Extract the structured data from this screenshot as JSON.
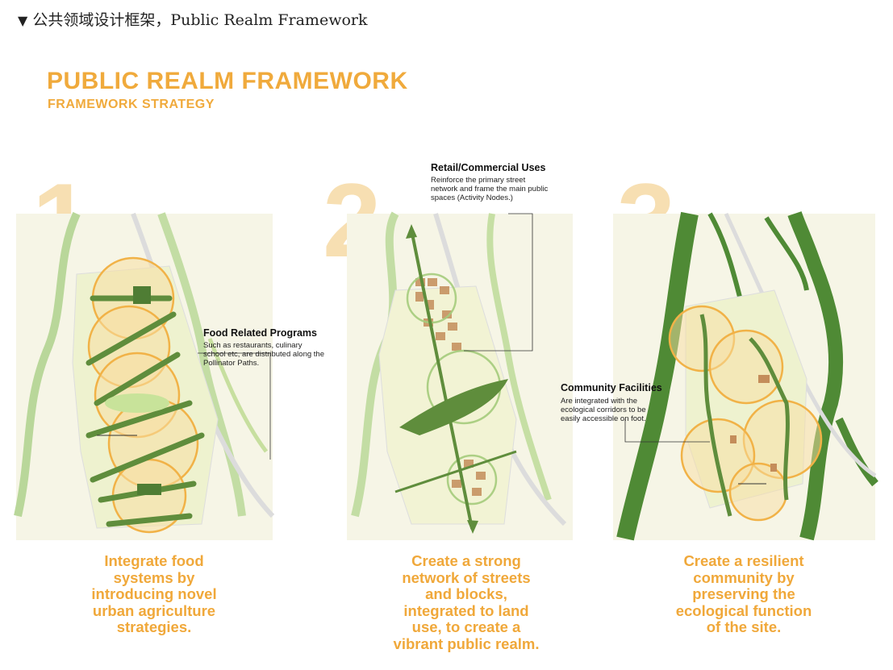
{
  "caption": {
    "marker": "▼",
    "text": "公共领域设计框架，Public Realm Framework"
  },
  "header": {
    "title": "PUBLIC REALM FRAMEWORK",
    "subtitle": "FRAMEWORK STRATEGY"
  },
  "panels": [
    {
      "number": "1",
      "callout_title": "Food Related Programs",
      "callout_body": "Such as restaurants, culinary school etc, are distributed along the Pollinator Paths.",
      "strategy": "Integrate food\nsystems by\nintroducing novel\nurban agriculture\nstrategies."
    },
    {
      "number": "2",
      "callout_title": "Retail/Commercial Uses",
      "callout_body": "Reinforce the primary street network and frame the main public spaces (Activity Nodes.)",
      "strategy": "Create a strong\nnetwork of streets\nand blocks,\nintegrated to land\nuse, to create a\nvibrant public realm."
    },
    {
      "number": "3",
      "callout_title": "Community Facilities",
      "callout_body": "Are integrated with the ecological corridors to be easily accessible on foot.",
      "strategy": "Create a resilient\ncommunity by\npreserving the\necological function\nof the site."
    }
  ],
  "colors": {
    "accent_orange": "#f0aa3c",
    "number_tint": "#f7dfb2",
    "green_dark": "#4f7d34",
    "green_light": "#cfe3a8",
    "map_base": "#f3f1dc"
  }
}
